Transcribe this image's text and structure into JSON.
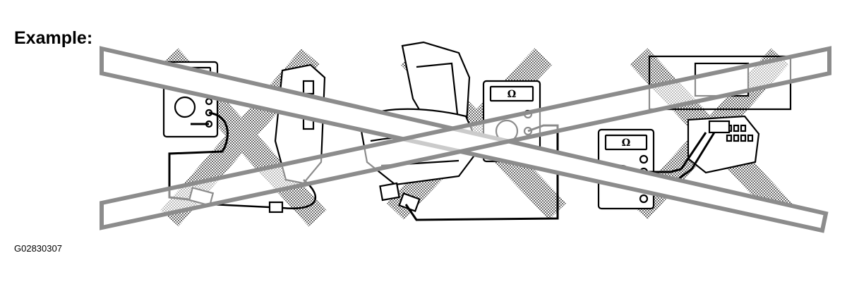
{
  "title": "Example:",
  "figure_id": "G02830307",
  "meter_symbol": "Ω",
  "icons": [
    "multimeter-icon",
    "airbag-connector-icon",
    "seat-icon",
    "control-module-icon",
    "prohibited-x-icon"
  ],
  "colors": {
    "ink": "#000000",
    "stipple": "#9a9a9a",
    "prohibited_x": "#8c8c8c"
  }
}
